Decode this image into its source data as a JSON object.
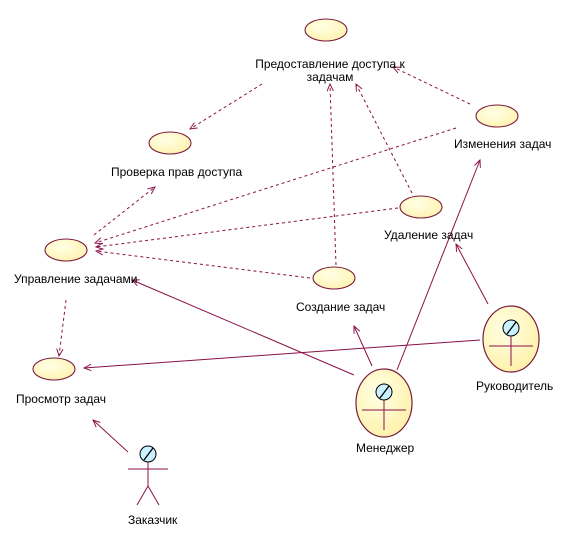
{
  "colors": {
    "use_case_fill": "#ffffcc",
    "use_case_stroke": "#7a1b3c",
    "line": "#8b1048",
    "actor_head": "#c9f1ff",
    "background": "#ffffff"
  },
  "use_cases": {
    "access": "Предоставление доступа к задачам",
    "rights": "Проверка прав доступа",
    "change": "Изменения задач",
    "delete": "Удаление задач",
    "manage": "Управление задачами",
    "create": "Создание  задач",
    "view": "Просмотр задач"
  },
  "actors": {
    "manager": "Менеджер",
    "director": "Руководитель",
    "customer": "Заказчик"
  }
}
